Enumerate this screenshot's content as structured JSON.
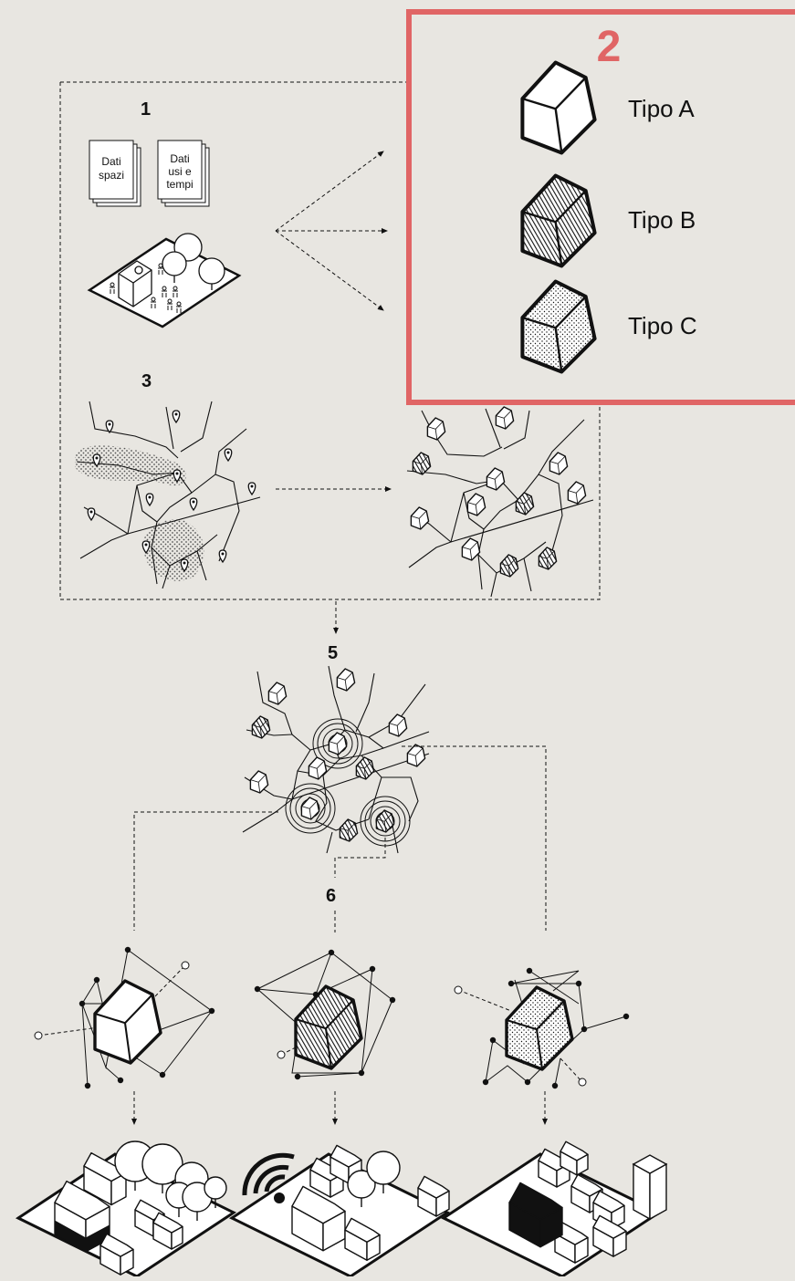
{
  "colors": {
    "background": "#e8e6e1",
    "ink": "#111111",
    "highlight": "#e06565",
    "panel": "#e8e6e1"
  },
  "steps": {
    "s1": "1",
    "s2": "2",
    "s3": "3",
    "s5": "5",
    "s6": "6"
  },
  "docs": {
    "doc1": [
      "Dati",
      "spazi"
    ],
    "doc2": [
      "Dati",
      "usi e",
      "tempi"
    ]
  },
  "types": [
    {
      "label": "Tipo A",
      "fill": "outline"
    },
    {
      "label": "Tipo B",
      "fill": "hatched"
    },
    {
      "label": "Tipo C",
      "fill": "dotted"
    }
  ]
}
